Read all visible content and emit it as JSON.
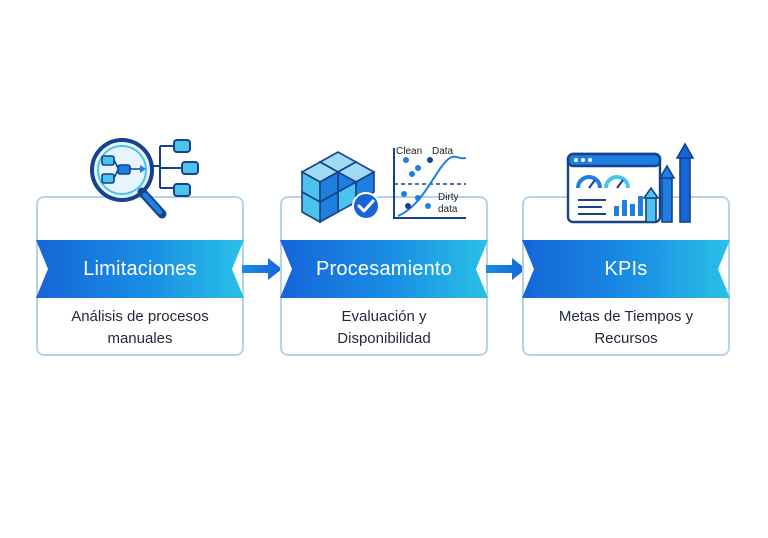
{
  "steps": [
    {
      "title": "Limitaciones",
      "desc_line1": "Análisis de procesos",
      "desc_line2": "manuales",
      "icon": "magnifier-process-flow-icon"
    },
    {
      "title": "Procesamiento",
      "desc_line1": "Evaluación y",
      "desc_line2": "Disponibilidad",
      "icon": "data-cubes-check-scatter-icon",
      "chart_labels": {
        "top_left": "Clean",
        "top_right": "Data",
        "bottom_1": "Dirty",
        "bottom_2": "data"
      }
    },
    {
      "title": "KPIs",
      "desc_line1": "Metas de Tiempos y",
      "desc_line2": "Recursos",
      "icon": "dashboard-growth-bars-icon"
    }
  ],
  "colors": {
    "gradient_start": "#1565d8",
    "gradient_end": "#29c1e6",
    "card_border": "#b7d3ec",
    "icon_dark": "#15428a",
    "icon_mid": "#1f7fe0",
    "icon_light": "#4cc3ec"
  }
}
